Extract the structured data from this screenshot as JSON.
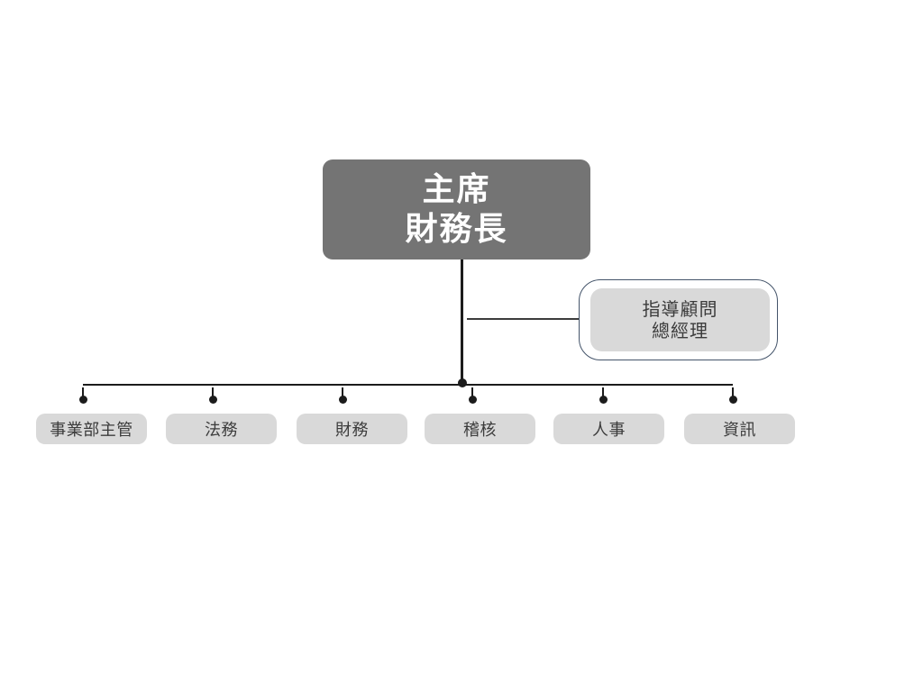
{
  "org_chart": {
    "root": {
      "lines": [
        "主席",
        "財務長"
      ]
    },
    "advisor": {
      "lines": [
        "指導顧問",
        "總經理"
      ]
    },
    "departments": [
      {
        "label": "事業部主管"
      },
      {
        "label": "法務"
      },
      {
        "label": "財務"
      },
      {
        "label": "稽核"
      },
      {
        "label": "人事"
      },
      {
        "label": "資訊"
      }
    ],
    "colors": {
      "root_fill": "#747474",
      "root_text": "#ffffff",
      "node_fill": "#d9d9d9",
      "node_text": "#3c3c3c",
      "advisor_border": "#44546a",
      "connector": "#1c1c1c",
      "background": "#ffffff"
    }
  }
}
